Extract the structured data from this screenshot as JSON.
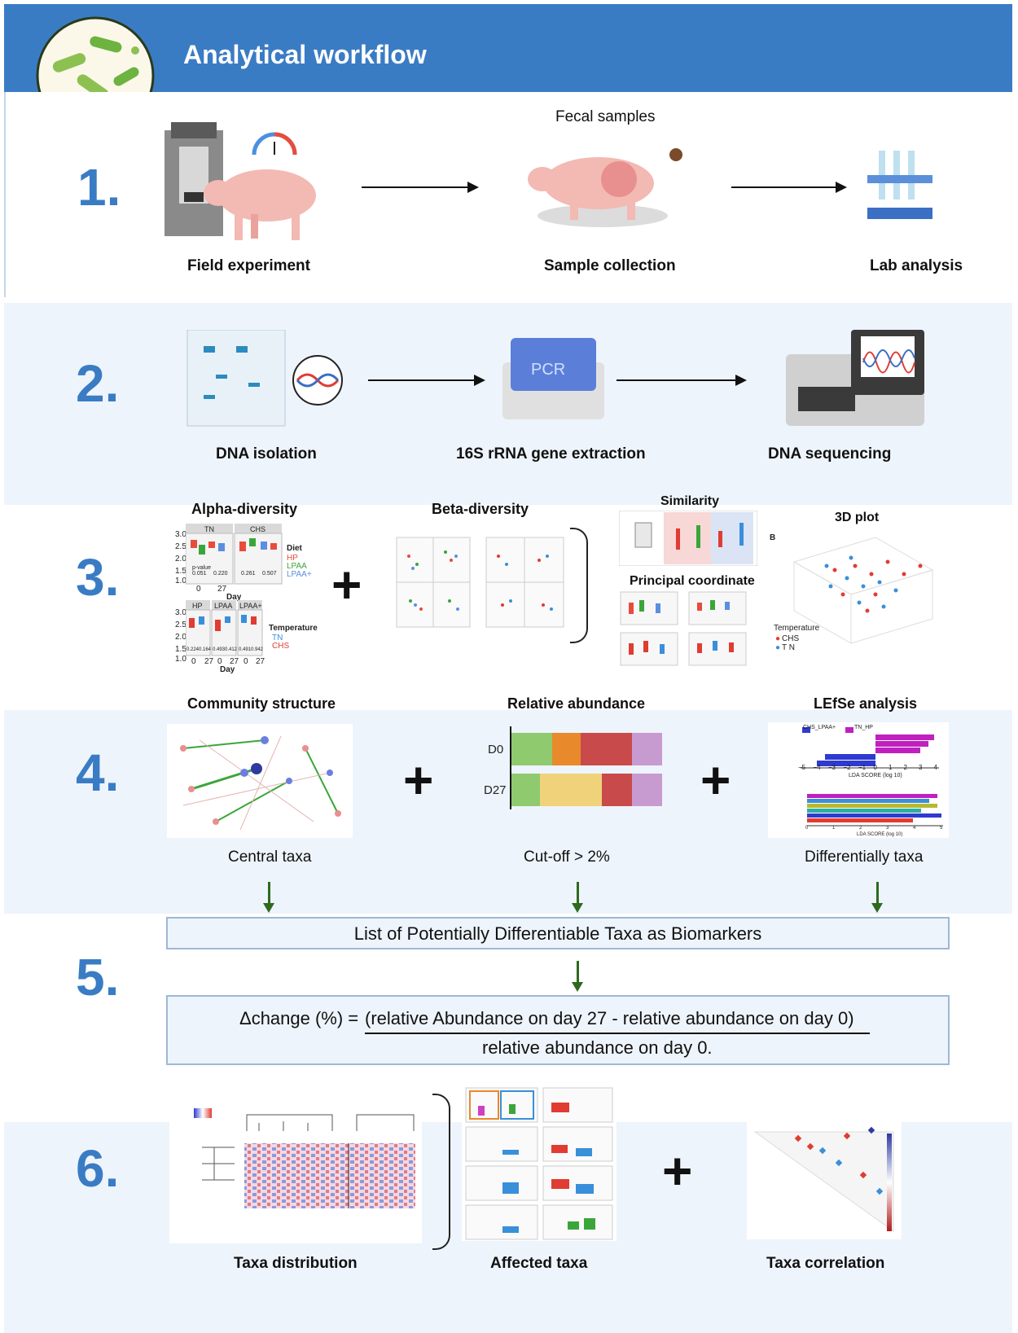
{
  "header": {
    "title": "Analytical workflow"
  },
  "step1": {
    "number": "1.",
    "top_label": "Fecal samples",
    "labels": [
      "Field experiment",
      "Sample collection",
      "Lab analysis"
    ]
  },
  "step2": {
    "number": "2.",
    "pcr_text": "PCR",
    "labels": [
      "DNA isolation",
      "16S rRNA gene extraction",
      "DNA sequencing"
    ]
  },
  "step3": {
    "number": "3.",
    "alpha": {
      "title": "Alpha-diversity",
      "panel_a": [
        "TN",
        "CHS"
      ],
      "panel_b": [
        "HP",
        "LPAA",
        "LPAA+"
      ],
      "yticks": [
        "3.0",
        "2.5",
        "2.0",
        "1.5",
        "1.0"
      ],
      "xticks": [
        "0",
        "27"
      ],
      "xlabel": "Day",
      "legend_diet_title": "Diet",
      "legend_diet": [
        "HP",
        "LPAA",
        "LPAA+"
      ],
      "legend_temp_title": "Temperature",
      "legend_temp": [
        "TN",
        "CHS"
      ],
      "pvalue_label": "p-value",
      "pvalues_a": [
        "0.051",
        "0.220",
        "0.261",
        "0.507"
      ],
      "pvalues_b": [
        "0.224",
        "0.164",
        "0.493",
        "0.412",
        "0.491",
        "0.942"
      ]
    },
    "beta": {
      "title": "Beta-diversity"
    },
    "similarity": {
      "title": "Similarity"
    },
    "pcoa": {
      "title": "Principal coordinate"
    },
    "plot3d": {
      "title": "3D plot",
      "panel_letter": "B",
      "legend_title": "Temperature",
      "legend": [
        "CHS",
        "T N"
      ]
    }
  },
  "step4": {
    "number": "4.",
    "community": {
      "title": "Community structure",
      "subtitle": "Central taxa"
    },
    "abundance": {
      "title": "Relative abundance",
      "subtitle": "Cut-off > 2%",
      "rows": [
        "D0",
        "D27"
      ]
    },
    "lefse": {
      "title": "LEfSe analysis",
      "subtitle": "Differentially taxa",
      "legend": [
        "CHS_LPAA+",
        "TN_HP"
      ],
      "xlabel": "LDA SCORE (log 10)",
      "xticks": [
        "−5",
        "−4",
        "−3",
        "−2",
        "−1",
        "0",
        "1",
        "2",
        "3",
        "4"
      ],
      "xlabel2": "LDA SCORE (log 10)",
      "xticks2": [
        "0",
        "1",
        "2",
        "3",
        "4",
        "5"
      ]
    }
  },
  "step5": {
    "number": "5.",
    "list_text": "List of Potentially Differentiable Taxa as Biomarkers",
    "formula_lhs": "Δchange (%) =",
    "formula_num": "(relative Abundance on day 27 - relative abundance on day 0)",
    "formula_den": "relative abundance on day 0."
  },
  "step6": {
    "number": "6.",
    "labels": [
      "Taxa distribution",
      "Affected taxa",
      "Taxa correlation"
    ]
  },
  "colors": {
    "header": "#3a7cc4",
    "number": "#3a7cc4",
    "arrow_green": "#2d6a1f",
    "chs_red": "#e03c31",
    "tn_blue": "#3a8fd9",
    "hp": "#e84b3c",
    "lpaa": "#3aa63a",
    "lpaa_plus": "#5b8fe0"
  },
  "chart_data": {
    "type": "bar",
    "stacked": true,
    "orientation": "horizontal",
    "categories": [
      "D0",
      "D27"
    ],
    "series": [
      {
        "color": "#8fca6f",
        "values": [
          27,
          19
        ]
      },
      {
        "color": "#e8892c",
        "values": [
          19,
          0
        ]
      },
      {
        "color": "#f0d27a",
        "values": [
          0,
          41
        ]
      },
      {
        "color": "#c94a4a",
        "values": [
          34,
          20
        ]
      },
      {
        "color": "#c79ad0",
        "values": [
          20,
          20
        ]
      }
    ],
    "xlim": [
      0,
      100
    ]
  }
}
